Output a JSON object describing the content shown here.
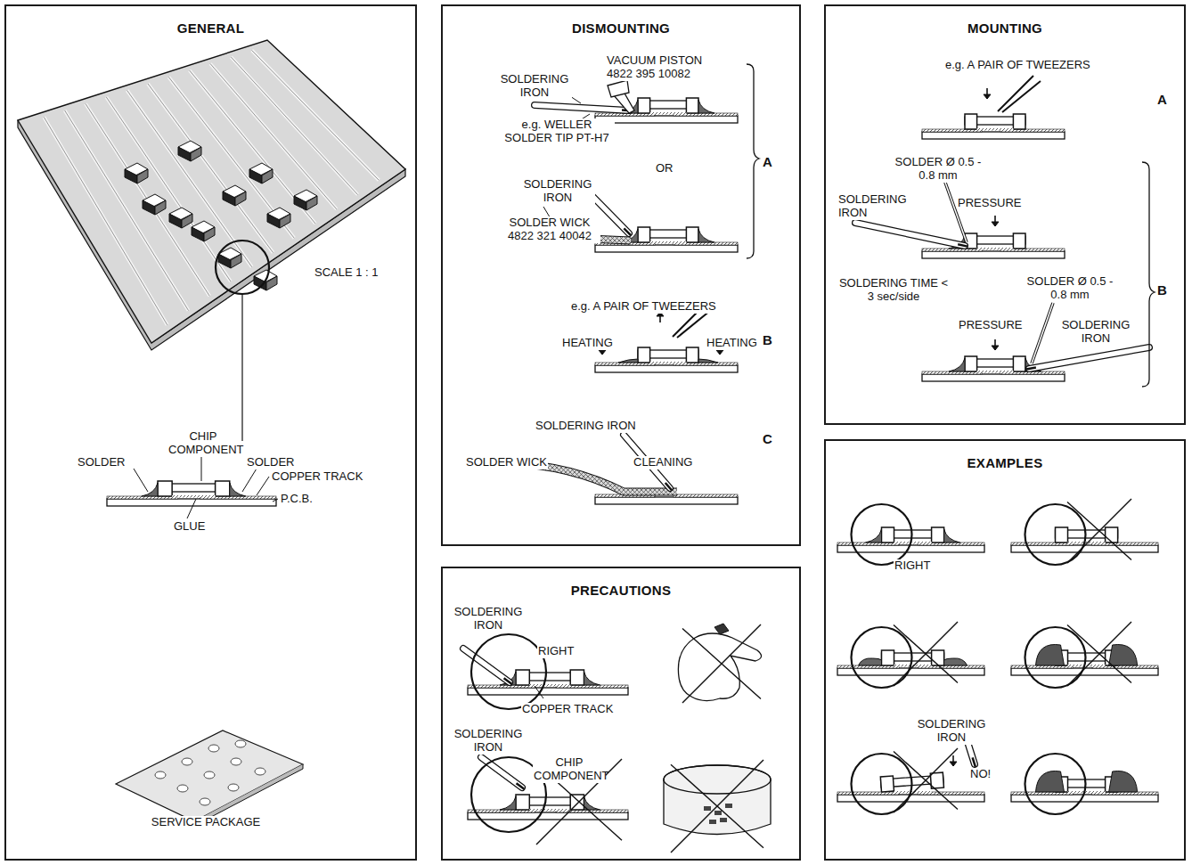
{
  "diagram": {
    "nodes": [
      {
        "text": [
          "GENERAL"
        ]
      },
      {
        "text": [
          "DISMOUNTING"
        ]
      },
      {
        "text": [
          "MOUNTING"
        ]
      },
      {
        "text": [
          "PRECAUTIONS"
        ]
      },
      {
        "text": [
          "EXAMPLES"
        ]
      }
    ],
    "labels": [
      "SCALE 1 : 1",
      "CHIP COMPONENT",
      "SOLDER",
      "SOLDER",
      "COPPER TRACK",
      "P.C.B.",
      "GLUE",
      "SERVICE PACKAGE",
      "VACUUM PISTON 4822 395 10082",
      "SOLDERING IRON",
      "e.g. WELLER SOLDER TIP PT-H7",
      "OR",
      "A",
      "SOLDERING IRON",
      "SOLDER WICK 4822 321 40042",
      "e.g. A PAIR OF TWEEZERS",
      "B",
      "HEATING",
      "HEATING",
      "SOLDERING IRON",
      "SOLDER WICK",
      "CLEANING",
      "C",
      "e.g. A PAIR OF TWEEZERS",
      "A",
      "SOLDER Ø 0.5 - 0.8 mm",
      "SOLDERING IRON",
      "PRESSURE",
      "SOLDERING TIME < 3 sec/side",
      "SOLDER Ø 0.5 - 0.8 mm",
      "PRESSURE",
      "SOLDERING IRON",
      "B",
      "SOLDERING IRON",
      "RIGHT",
      "COPPER TRACK",
      "SOLDERING IRON",
      "CHIP COMPONENT",
      "RIGHT",
      "SOLDERING IRON",
      "NO!"
    ]
  }
}
